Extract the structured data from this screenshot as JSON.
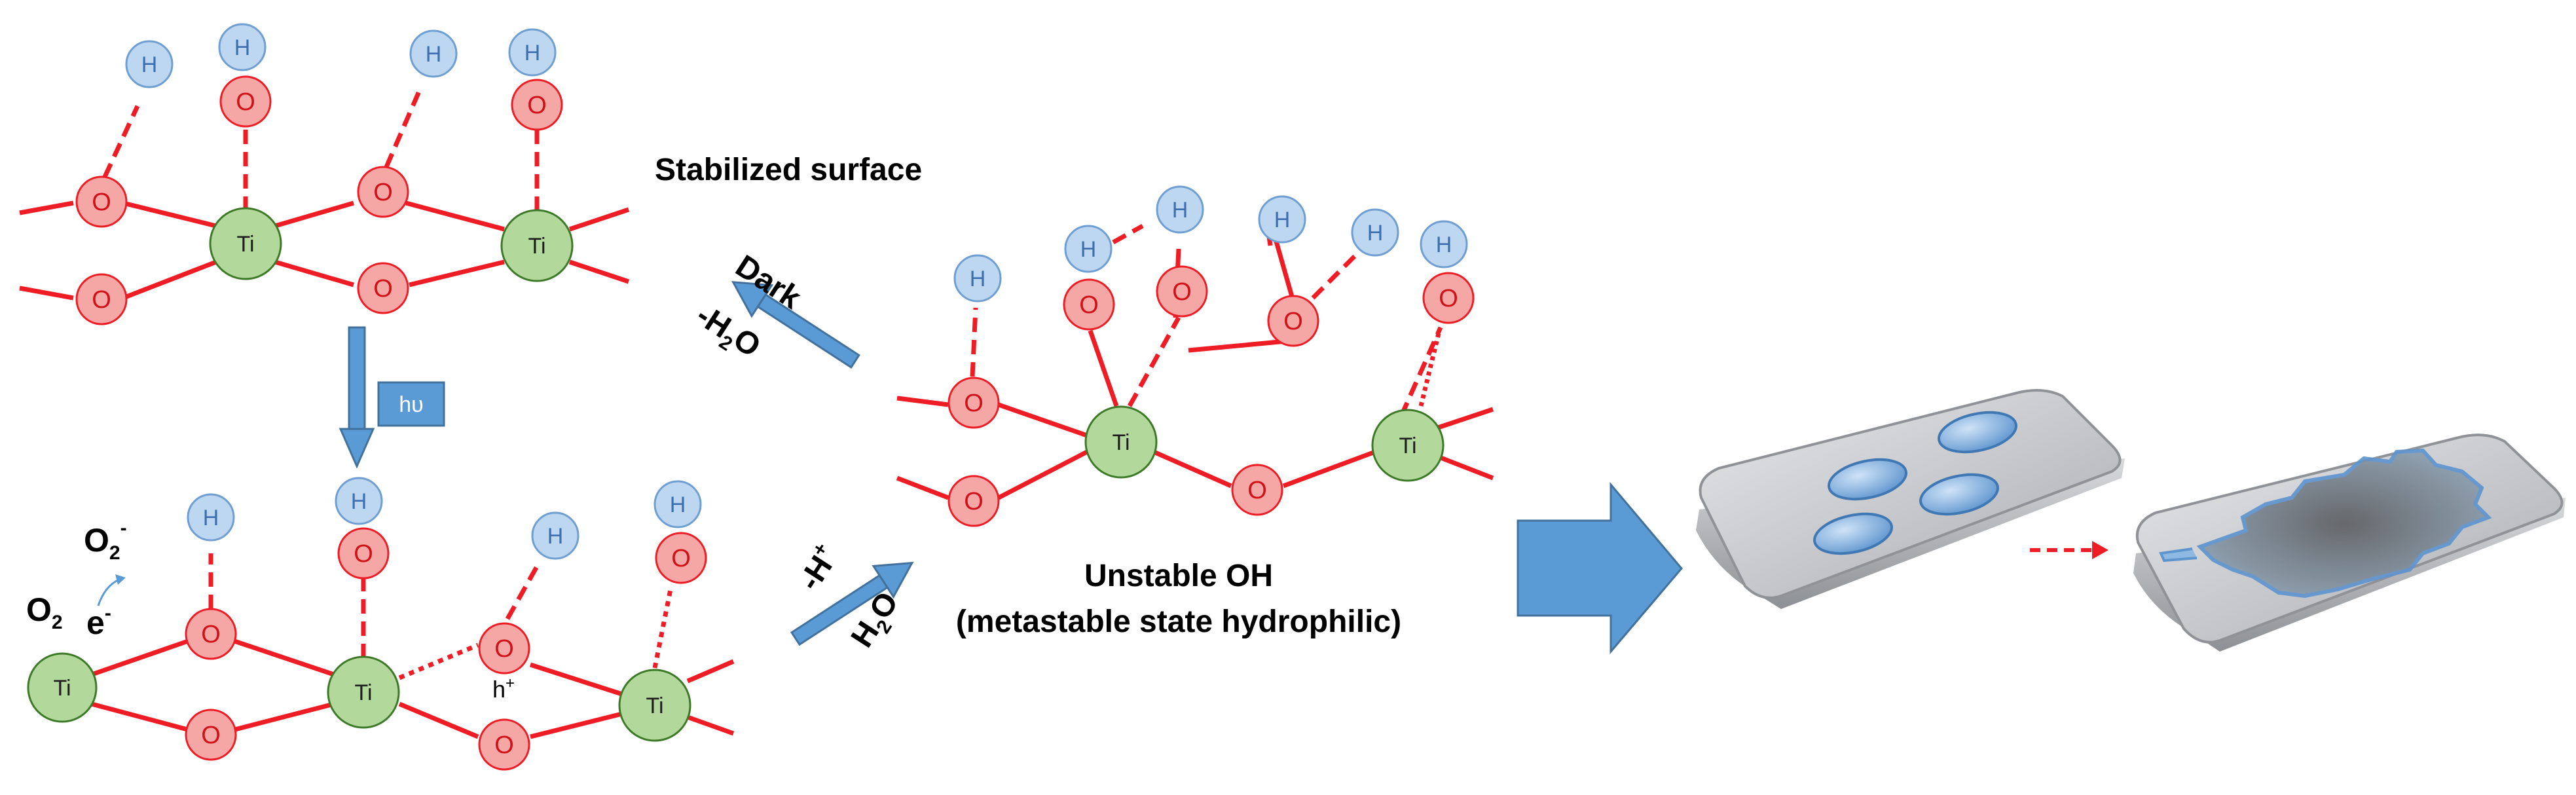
{
  "labels": {
    "stabilized": "Stabilized surface",
    "unstable_line1": "Unstable OH",
    "unstable_line2": "(metastable state hydrophilic)",
    "hv": "hυ",
    "dark": "Dark",
    "minus_h2o_a": "-H",
    "minus_h2o_sub": "2",
    "minus_h2o_b": "O",
    "minus_h_plus_a": "-H",
    "minus_h_plus_sup": "+",
    "h2o_a": "H",
    "h2o_sub": "2",
    "h2o_b": "O",
    "o2": "O",
    "o2_sub": "2",
    "o2_minus": "O",
    "o2_minus_sub": "2",
    "o2_minus_sup": "-",
    "electron": "e",
    "electron_sup": "-",
    "hole": "h",
    "hole_sup": "+"
  },
  "atoms": {
    "ti": "Ti",
    "o": "O",
    "h": "H"
  },
  "colors": {
    "oxygen_fill": "#f4a7a5",
    "oxygen_stroke": "#ee1c24",
    "titanium_fill": "#b3d89c",
    "titanium_stroke": "#3d7a28",
    "hydrogen_fill": "#bcd7ef",
    "hydrogen_stroke": "#6e9ed2",
    "bond": "#ee1c24",
    "arrow": "#5b9bd5",
    "plate": "#b9bcc0",
    "water": "#6fa8dc"
  }
}
